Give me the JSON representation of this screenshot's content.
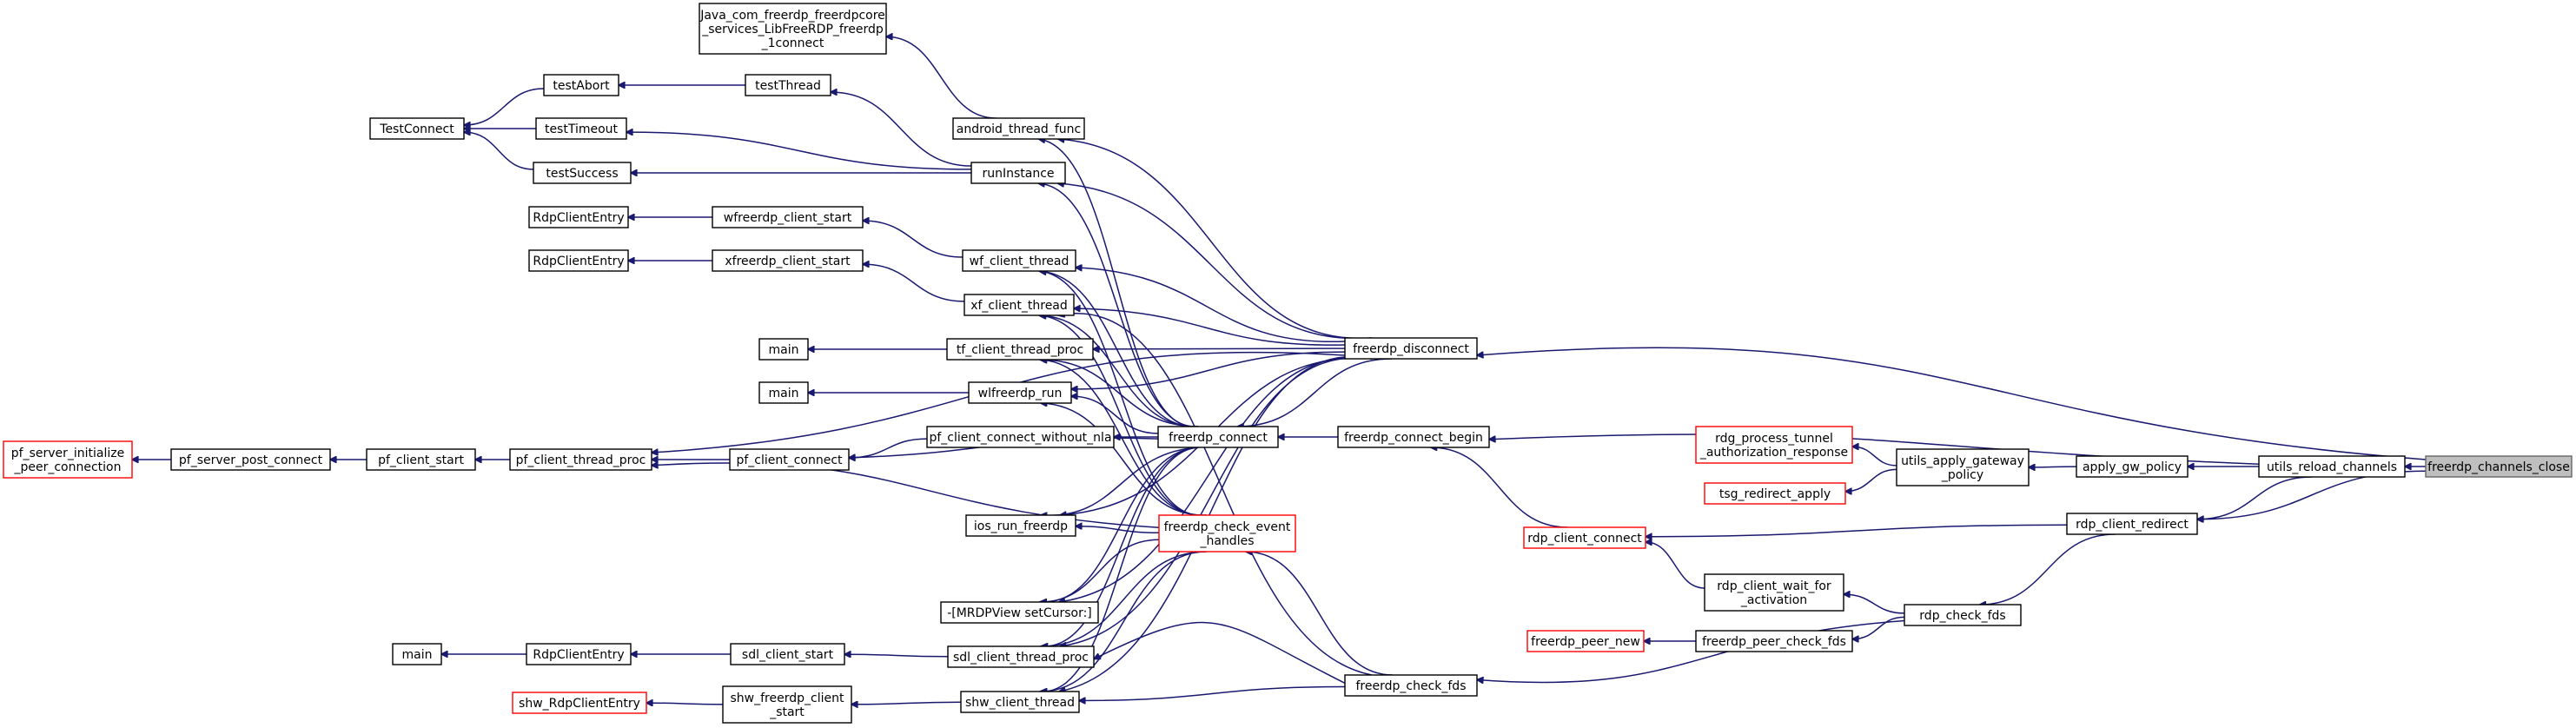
{
  "graph": {
    "nodes": [
      {
        "id": "java_connect",
        "lines": [
          "Java_com_freerdp_freerdpcore",
          "_services_LibFreeRDP_freerdp",
          "_1connect"
        ],
        "style": "normal"
      },
      {
        "id": "testAbort",
        "lines": [
          "testAbort"
        ],
        "style": "normal"
      },
      {
        "id": "testThread",
        "lines": [
          "testThread"
        ],
        "style": "normal"
      },
      {
        "id": "TestConnect",
        "lines": [
          "TestConnect"
        ],
        "style": "normal"
      },
      {
        "id": "testTimeout",
        "lines": [
          "testTimeout"
        ],
        "style": "normal"
      },
      {
        "id": "testSuccess",
        "lines": [
          "testSuccess"
        ],
        "style": "normal"
      },
      {
        "id": "android_thread_func",
        "lines": [
          "android_thread_func"
        ],
        "style": "normal"
      },
      {
        "id": "runInstance",
        "lines": [
          "runInstance"
        ],
        "style": "normal"
      },
      {
        "id": "RdpClientEntry1",
        "lines": [
          "RdpClientEntry"
        ],
        "style": "normal"
      },
      {
        "id": "wfreerdp_client_start",
        "lines": [
          "wfreerdp_client_start"
        ],
        "style": "normal"
      },
      {
        "id": "RdpClientEntry2",
        "lines": [
          "RdpClientEntry"
        ],
        "style": "normal"
      },
      {
        "id": "xfreerdp_client_start",
        "lines": [
          "xfreerdp_client_start"
        ],
        "style": "normal"
      },
      {
        "id": "wf_client_thread",
        "lines": [
          "wf_client_thread"
        ],
        "style": "normal"
      },
      {
        "id": "xf_client_thread",
        "lines": [
          "xf_client_thread"
        ],
        "style": "normal"
      },
      {
        "id": "main1",
        "lines": [
          "main"
        ],
        "style": "normal"
      },
      {
        "id": "tf_client_thread_proc",
        "lines": [
          "tf_client_thread_proc"
        ],
        "style": "normal"
      },
      {
        "id": "main2",
        "lines": [
          "main"
        ],
        "style": "normal"
      },
      {
        "id": "wlfreerdp_run",
        "lines": [
          "wlfreerdp_run"
        ],
        "style": "normal"
      },
      {
        "id": "pf_server_initialize",
        "lines": [
          "pf_server_initialize",
          "_peer_connection"
        ],
        "style": "red"
      },
      {
        "id": "pf_server_post_connect",
        "lines": [
          "pf_server_post_connect"
        ],
        "style": "normal"
      },
      {
        "id": "pf_client_start",
        "lines": [
          "pf_client_start"
        ],
        "style": "normal"
      },
      {
        "id": "pf_client_thread_proc",
        "lines": [
          "pf_client_thread_proc"
        ],
        "style": "normal"
      },
      {
        "id": "pf_client_connect",
        "lines": [
          "pf_client_connect"
        ],
        "style": "normal"
      },
      {
        "id": "pf_client_connect_without_nla",
        "lines": [
          "pf_client_connect_without_nla"
        ],
        "style": "normal"
      },
      {
        "id": "freerdp_connect",
        "lines": [
          "freerdp_connect"
        ],
        "style": "normal"
      },
      {
        "id": "ios_run_freerdp",
        "lines": [
          "ios_run_freerdp"
        ],
        "style": "normal"
      },
      {
        "id": "freerdp_check_event_handles",
        "lines": [
          "freerdp_check_event",
          "_handles"
        ],
        "style": "red"
      },
      {
        "id": "mrdpview",
        "lines": [
          "-[MRDPView setCursor:]"
        ],
        "style": "normal"
      },
      {
        "id": "main3",
        "lines": [
          "main"
        ],
        "style": "normal"
      },
      {
        "id": "RdpClientEntry3",
        "lines": [
          "RdpClientEntry"
        ],
        "style": "normal"
      },
      {
        "id": "sdl_client_start",
        "lines": [
          "sdl_client_start"
        ],
        "style": "normal"
      },
      {
        "id": "sdl_client_thread_proc",
        "lines": [
          "sdl_client_thread_proc"
        ],
        "style": "normal"
      },
      {
        "id": "shw_RdpClientEntry",
        "lines": [
          "shw_RdpClientEntry"
        ],
        "style": "red"
      },
      {
        "id": "shw_freerdp_client_start",
        "lines": [
          "shw_freerdp_client",
          "_start"
        ],
        "style": "normal"
      },
      {
        "id": "shw_client_thread",
        "lines": [
          "shw_client_thread"
        ],
        "style": "normal"
      },
      {
        "id": "freerdp_disconnect",
        "lines": [
          "freerdp_disconnect"
        ],
        "style": "normal"
      },
      {
        "id": "freerdp_connect_begin",
        "lines": [
          "freerdp_connect_begin"
        ],
        "style": "normal"
      },
      {
        "id": "freerdp_check_fds",
        "lines": [
          "freerdp_check_fds"
        ],
        "style": "normal"
      },
      {
        "id": "rdg_process_tunnel",
        "lines": [
          "rdg_process_tunnel",
          "_authorization_response"
        ],
        "style": "red"
      },
      {
        "id": "tsg_redirect_apply",
        "lines": [
          "tsg_redirect_apply"
        ],
        "style": "red"
      },
      {
        "id": "utils_apply_gateway_policy",
        "lines": [
          "utils_apply_gateway",
          "_policy"
        ],
        "style": "normal"
      },
      {
        "id": "rdp_client_connect",
        "lines": [
          "rdp_client_connect"
        ],
        "style": "red"
      },
      {
        "id": "rdp_client_wait_for_activation",
        "lines": [
          "rdp_client_wait_for",
          "_activation"
        ],
        "style": "normal"
      },
      {
        "id": "freerdp_peer_new",
        "lines": [
          "freerdp_peer_new"
        ],
        "style": "red"
      },
      {
        "id": "freerdp_peer_check_fds",
        "lines": [
          "freerdp_peer_check_fds"
        ],
        "style": "normal"
      },
      {
        "id": "rdp_check_fds",
        "lines": [
          "rdp_check_fds"
        ],
        "style": "normal"
      },
      {
        "id": "apply_gw_policy",
        "lines": [
          "apply_gw_policy"
        ],
        "style": "normal"
      },
      {
        "id": "rdp_client_redirect",
        "lines": [
          "rdp_client_redirect"
        ],
        "style": "normal"
      },
      {
        "id": "utils_reload_channels",
        "lines": [
          "utils_reload_channels"
        ],
        "style": "normal"
      },
      {
        "id": "freerdp_channels_close",
        "lines": [
          "freerdp_channels_close"
        ],
        "style": "root"
      }
    ]
  }
}
